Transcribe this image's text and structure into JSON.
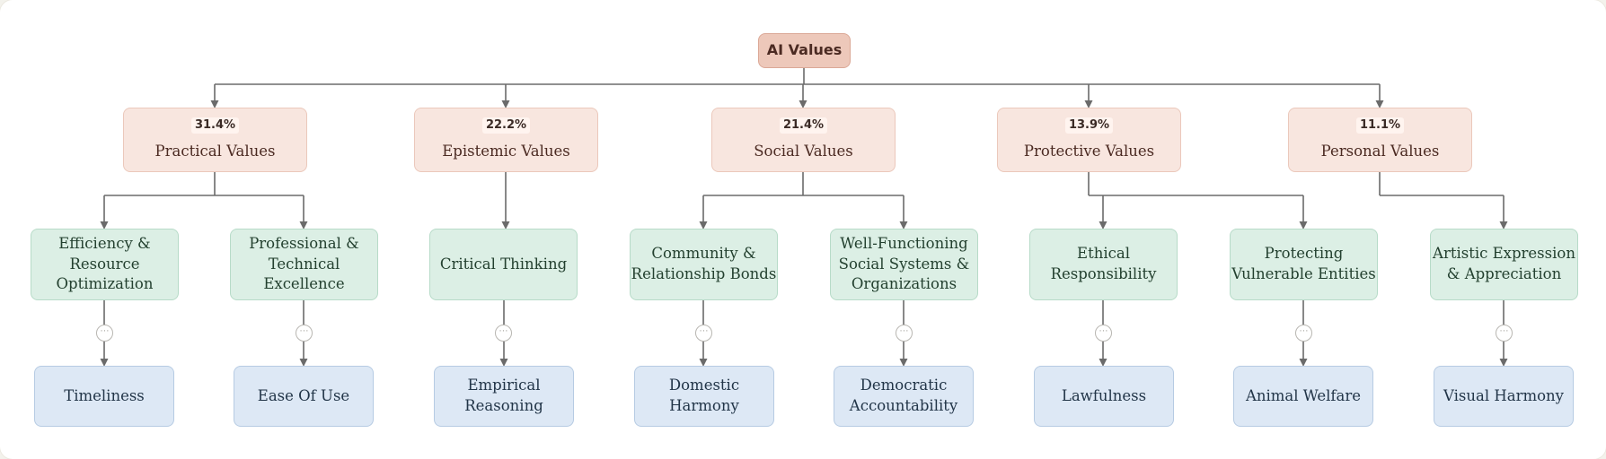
{
  "root": "AI Values",
  "categories": [
    {
      "pct": "31.4%",
      "label": "Practical Values"
    },
    {
      "pct": "22.2%",
      "label": "Epistemic Values"
    },
    {
      "pct": "21.4%",
      "label": "Social Values"
    },
    {
      "pct": "13.9%",
      "label": "Protective Values"
    },
    {
      "pct": "11.1%",
      "label": "Personal Values"
    }
  ],
  "subcategories": [
    {
      "parent": 0,
      "label": "Efficiency & Resource Optimization"
    },
    {
      "parent": 0,
      "label": "Professional & Technical Excellence"
    },
    {
      "parent": 1,
      "label": "Critical Thinking"
    },
    {
      "parent": 2,
      "label": "Community & Relationship Bonds"
    },
    {
      "parent": 2,
      "label": "Well-Functioning Social Systems & Organizations"
    },
    {
      "parent": 3,
      "label": "Ethical Responsibility"
    },
    {
      "parent": 3,
      "label": "Protecting Vulnerable Entities"
    },
    {
      "parent": 4,
      "label": "Artistic Expression & Appreciation"
    }
  ],
  "leaves": [
    {
      "label": "Timeliness"
    },
    {
      "label": "Ease Of Use"
    },
    {
      "label": "Empirical Reasoning"
    },
    {
      "label": "Domestic Harmony"
    },
    {
      "label": "Democratic Accountability"
    },
    {
      "label": "Lawfulness"
    },
    {
      "label": "Animal Welfare"
    },
    {
      "label": "Visual Harmony"
    }
  ],
  "colors": {
    "root_fill": "#edc8ba",
    "category_fill": "#f8e6df",
    "subcategory_fill": "#dcefe5",
    "leaf_fill": "#dde8f5",
    "connector": "#6b6b6b"
  },
  "icons": {
    "collapsed": "ellipsis-icon"
  }
}
